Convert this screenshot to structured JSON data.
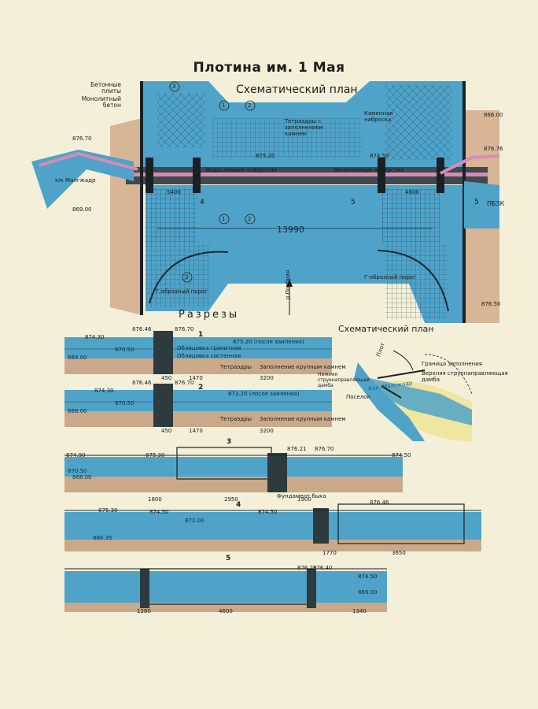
{
  "title": "Плотина им. 1 Мая",
  "plan": {
    "heading": "Схематический план",
    "legend_plates": "Бетонные плиты",
    "legend_concrete": "Монолитный бетон",
    "tetrapods": "Тетраэдры с заполнением камнем",
    "rock_fill": "Каменная наброска",
    "openings_left": "Водосливные отверстия",
    "openings_right": "Затопленные отверстия",
    "threshold_left": "Г-образный порог",
    "threshold_right": "Г-образный порог",
    "canal": "к/к Малгжадр",
    "dimension_main": "13990",
    "dimension_left": "5400",
    "dimension_right": "4600",
    "callouts": [
      "1",
      "2",
      "3",
      "4",
      "5"
    ],
    "river": "р.Погбрая",
    "pbk": "ПБЗК",
    "elevations": [
      "866.00",
      "876.70",
      "875.20",
      "874.50",
      "869.00",
      "876.76",
      "876.50"
    ]
  },
  "sections": {
    "heading": "Разрезы",
    "labels": [
      "1",
      "2",
      "3",
      "4",
      "5"
    ],
    "s1": {
      "notes": [
        "Облицовка гранитная",
        "Облицовка систенная",
        "Тетраэдры",
        "Заполнение крупным камнем"
      ],
      "levels": [
        "876.46",
        "876.70",
        "874.30",
        "875.20 (после заиления)",
        "870.50",
        "869.00"
      ],
      "dims": [
        "1470",
        "3200",
        "450"
      ]
    },
    "s2": {
      "notes": [
        "Тетраэдры",
        "Заполнение крупным камнем"
      ],
      "levels": [
        "876.46",
        "876.70",
        "874.30",
        "873.20 (после заиления)",
        "870.50",
        "868.00"
      ],
      "dims": [
        "1470",
        "3200",
        "450"
      ]
    },
    "s3": {
      "notes": [
        "Фундамент быка"
      ],
      "levels": [
        "874.90",
        "875.30",
        "876.21",
        "876.70",
        "874.50",
        "870.50",
        "868.00"
      ],
      "dims": [
        "1800",
        "2950",
        "1900"
      ]
    },
    "s4": {
      "levels": [
        "875.30",
        "874.50",
        "872.00",
        "874.50",
        "876.46",
        "866.35"
      ],
      "dims": [
        "1770",
        "3650"
      ]
    },
    "s5": {
      "levels": [
        "876.20",
        "876.40",
        "874.50",
        "869.00"
      ],
      "dims": [
        "4600",
        "1280",
        "1340"
      ]
    }
  },
  "minimap": {
    "heading": "Схематический план",
    "flood_boundary": "Граница заполнения",
    "upper_dam": "Верхняя струенаправляющая дамба",
    "lower_dam": "Нижняя струенаправляющая дамба",
    "village": "Поселок",
    "canal": "Кан. Малгжадр",
    "dam_label": "Плот"
  },
  "colors": {
    "paper": "#f3efd9",
    "water": "#4fa3c9",
    "water_dark": "#2f7fa6",
    "concrete": "#2d3b3f",
    "bridge": "#d98ab5",
    "soil": "#c9a98a",
    "yellow": "#efe6a0"
  }
}
